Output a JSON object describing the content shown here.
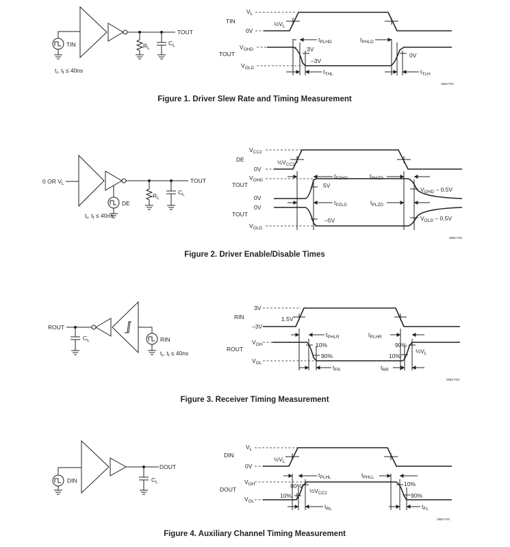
{
  "figures": [
    {
      "caption": "Figure 1. Driver Slew Rate and Timing Measurement",
      "code": "2882 F01",
      "circuit": {
        "source": "TIN",
        "output": "TOUT",
        "rl": "R",
        "rl_sub": "L",
        "cl": "C",
        "cl_sub": "L",
        "rise_fall": "t",
        "rise_fall_tail": ", t",
        "rise_fall_cond": " ≤ 40ns",
        "r_sub": "r",
        "f_sub": "f"
      },
      "timing": {
        "sig1": "TIN",
        "sig2": "TOUT",
        "vl": "V",
        "vl_sub": "L",
        "zero": "0V",
        "half": "½V",
        "half_sub": "L",
        "vohd": "V",
        "vohd_sub": "OHD",
        "vold": "V",
        "vold_sub": "OLD",
        "v3": "3V",
        "vm3": "–3V",
        "v0": "0V",
        "tplhd": "PLHD",
        "tphld": "PHLD",
        "tthl": "THL",
        "ttlh": "TLH",
        "t": "t"
      }
    },
    {
      "caption": "Figure 2. Driver Enable/Disable Times",
      "code": "2882 F02",
      "circuit": {
        "input": "0 OR V",
        "input_sub": "L",
        "de": "DE",
        "output": "TOUT",
        "rl": "R",
        "rl_sub": "L",
        "cl": "C",
        "cl_sub": "L",
        "rise_fall": "t",
        "rise_fall_tail": ", t",
        "rise_fall_cond": " ≤ 40ns",
        "r_sub": "r",
        "f_sub": "f"
      },
      "timing": {
        "sig1": "DE",
        "sig2a": "TOUT",
        "sig2b": "TOUT",
        "vcc2": "V",
        "vcc2_sub": "CC2",
        "zero_a": "0V",
        "zero_b": "0V",
        "zero_c": "0V",
        "half": "½V",
        "half_sub": "CC2",
        "vohd": "V",
        "vohd_sub": "OHD",
        "vold": "V",
        "vold_sub": "OLD",
        "v5": "5V",
        "vm5": "–5V",
        "vohd_m": "V",
        "vohd_m_sub": "OHD",
        "vohd_m_tail": " – 0.5V",
        "vold_m": "V",
        "vold_m_sub": "OLD",
        "vold_m_tail": " – 0.5V",
        "tpzhd": "PZHD",
        "tphzd": "PHZD",
        "tpzld": "PZLD",
        "tplzd": "PLZD",
        "t": "t"
      }
    },
    {
      "caption": "Figure 3. Receiver Timing Measurement",
      "code": "2882 F03",
      "circuit": {
        "source": "RIN",
        "output": "ROUT",
        "cl": "C",
        "cl_sub": "L",
        "rise_fall": "t",
        "rise_fall_tail": ", t",
        "rise_fall_cond": " ≤ 40ns",
        "r_sub": "r",
        "f_sub": "f"
      },
      "timing": {
        "sig1": "RIN",
        "sig2": "ROUT",
        "v3": "3V",
        "vm3": "–3V",
        "v15": "1.5V",
        "voh": "V",
        "voh_sub": "OH",
        "vol": "V",
        "vol_sub": "OL",
        "p10a": "10%",
        "p90a": "90%",
        "p90b": "90%",
        "p10b": "10%",
        "half": "½V",
        "half_sub": "L",
        "tphlr": "PHLR",
        "tplhr": "PLHR",
        "tfr": "FR",
        "trr": "RR",
        "t": "t"
      }
    },
    {
      "caption": "Figure 4. Auxiliary Channel Timing Measurement",
      "code": "2882 F04",
      "circuit": {
        "source": "DIN",
        "output": "DOUT",
        "cl": "C",
        "cl_sub": "L"
      },
      "timing": {
        "sig1": "DIN",
        "sig2": "DOUT",
        "vl": "V",
        "vl_sub": "L",
        "zero": "0V",
        "half": "½V",
        "half_sub": "L",
        "voh": "V",
        "voh_sub": "OH",
        "vol": "V",
        "vol_sub": "OL",
        "p90a": "90%",
        "p10a": "10%",
        "p10b": "10%",
        "p90b": "90%",
        "half2": "½V",
        "half2_sub": "CC2",
        "tplhl": "PLHL",
        "tphll": "PHLL",
        "trl": "RL",
        "tfl": "FL",
        "t": "t"
      }
    }
  ]
}
